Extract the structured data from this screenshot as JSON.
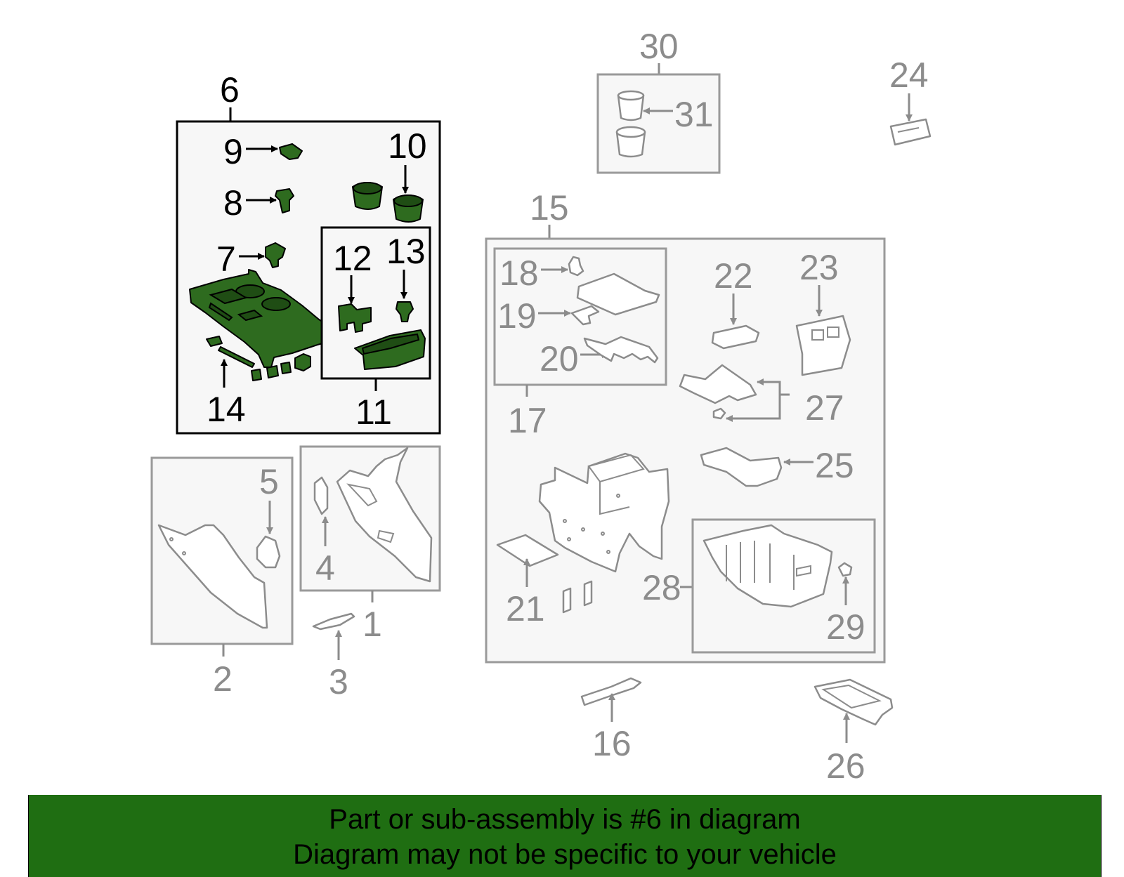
{
  "colors": {
    "highlight_fill": "#2e6b1f",
    "highlight_outline": "#000000",
    "other_outline": "#8c8c8c",
    "banner_bg": "#1f6e12",
    "banner_text": "#000000"
  },
  "callouts": {
    "c1": "1",
    "c2": "2",
    "c3": "3",
    "c4": "4",
    "c5": "5",
    "c6": "6",
    "c7": "7",
    "c8": "8",
    "c9": "9",
    "c10": "10",
    "c11": "11",
    "c12": "12",
    "c13": "13",
    "c14": "14",
    "c15": "15",
    "c16": "16",
    "c17": "17",
    "c18": "18",
    "c19": "19",
    "c20": "20",
    "c21": "21",
    "c22": "22",
    "c23": "23",
    "c24": "24",
    "c25": "25",
    "c26": "26",
    "c27": "27",
    "c28": "28",
    "c29": "29",
    "c30": "30",
    "c31": "31"
  },
  "banner": {
    "line1": "Part or sub-assembly is #6 in diagram",
    "line2": "Diagram may not be specific to your vehicle"
  }
}
